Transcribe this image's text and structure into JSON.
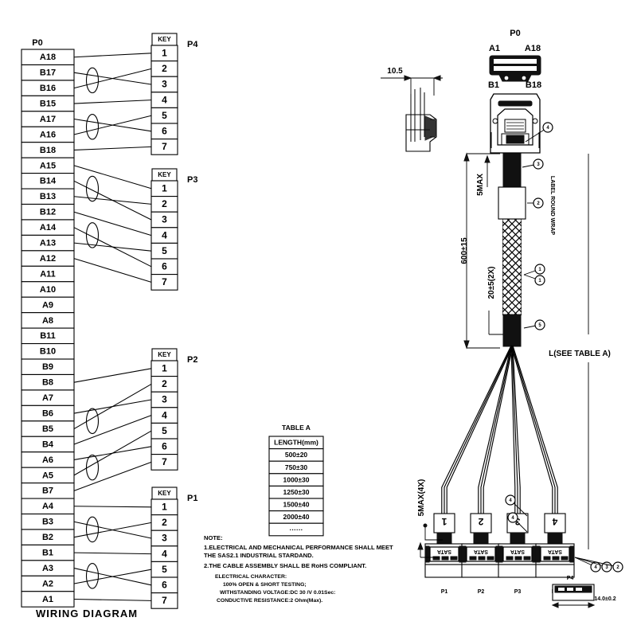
{
  "document": {
    "title": "WIRING  DIAGRAM",
    "type": "SAS 8087 to 4x SATA fan-out cable assembly drawing"
  },
  "wiring_diagram": {
    "source_connector": {
      "name": "P0",
      "pins": [
        "A18",
        "B17",
        "B16",
        "B15",
        "A17",
        "A16",
        "B18",
        "A15",
        "B14",
        "B13",
        "B12",
        "A14",
        "A13",
        "A12",
        "A11",
        "A10",
        "A9",
        "A8",
        "B11",
        "B10",
        "B9",
        "B8",
        "A7",
        "B6",
        "B5",
        "B4",
        "A6",
        "A5",
        "B7",
        "A4",
        "B3",
        "B2",
        "B1",
        "A3",
        "A2",
        "A1"
      ]
    },
    "target_connectors": [
      {
        "name": "P4",
        "key_label": "KEY",
        "pins": [
          "1",
          "2",
          "3",
          "4",
          "5",
          "6",
          "7"
        ]
      },
      {
        "name": "P3",
        "key_label": "KEY",
        "pins": [
          "1",
          "2",
          "3",
          "4",
          "5",
          "6",
          "7"
        ]
      },
      {
        "name": "P2",
        "key_label": "KEY",
        "pins": [
          "1",
          "2",
          "3",
          "4",
          "5",
          "6",
          "7"
        ]
      },
      {
        "name": "P1",
        "key_label": "KEY",
        "pins": [
          "1",
          "2",
          "3",
          "4",
          "5",
          "6",
          "7"
        ]
      }
    ],
    "twisted_pairs": [
      {
        "connector": "P4",
        "pins": [
          "B17",
          "B16"
        ]
      },
      {
        "connector": "P4",
        "pins": [
          "A17",
          "A16"
        ]
      },
      {
        "connector": "P3",
        "pins": [
          "B14",
          "B13"
        ]
      },
      {
        "connector": "P3",
        "pins": [
          "A14",
          "A13"
        ]
      },
      {
        "connector": "P2",
        "pins": [
          "B6",
          "B5"
        ]
      },
      {
        "connector": "P2",
        "pins": [
          "A6",
          "A5"
        ]
      },
      {
        "connector": "P1",
        "pins": [
          "B3",
          "B2"
        ]
      },
      {
        "connector": "P1",
        "pins": [
          "A3",
          "A2"
        ]
      }
    ]
  },
  "table_a": {
    "caption": "TABLE  A",
    "header": "LENGTH(mm)",
    "rows": [
      "500±20",
      "750±30",
      "1000±30",
      "1250±30",
      "1500±40",
      "2000±40",
      "······"
    ]
  },
  "notes": {
    "heading": "NOTE:",
    "items": [
      "1.ELECTRICAL  AND  MECHANICAL  PERFORMANCE  SHALL  MEET",
      "   THE  SAS2.1  INDUSTRIAL  STARDAND.",
      "2.THE  CABLE  ASSEMBLY  SHALL  BE  RoHS  COMPLIANT."
    ],
    "electrical_heading": "ELECTRICAL  CHARACTER:",
    "electrical_items": [
      "100% OPEN & SHORT  TESTING;",
      "WITHSTANDING  VOLTAGE:DC  30 /V  0.01Sec:",
      "CONDUCTIVE  RESISTANCE:2  Ohm(Max)."
    ]
  },
  "assembly": {
    "plug_label": "P0",
    "plug_pins": {
      "top_left": "A1",
      "top_right": "A18",
      "bottom_left": "B1",
      "bottom_right": "B18"
    },
    "dimensions": {
      "side_width": "10.5",
      "boot_max": "5MAX",
      "overall_length": "600±15",
      "braid_pitch": "20±5(2X)",
      "leg_length": "L(SEE TABLE A)",
      "leg_boot": "5MAX(4X)",
      "sata_width": "14.0±0.2"
    },
    "label_note": "LABEL ROUND WRAP",
    "balloons": [
      "1",
      "2",
      "3",
      "4",
      "5"
    ],
    "leg_connectors": [
      {
        "name": "P1",
        "marker": "1",
        "face": "SATA"
      },
      {
        "name": "P2",
        "marker": "2",
        "face": "SATA"
      },
      {
        "name": "P3",
        "marker": "3",
        "face": "SATA"
      },
      {
        "name": "P4",
        "marker": "4",
        "face": "SATA"
      }
    ],
    "detail_label": "P4"
  }
}
